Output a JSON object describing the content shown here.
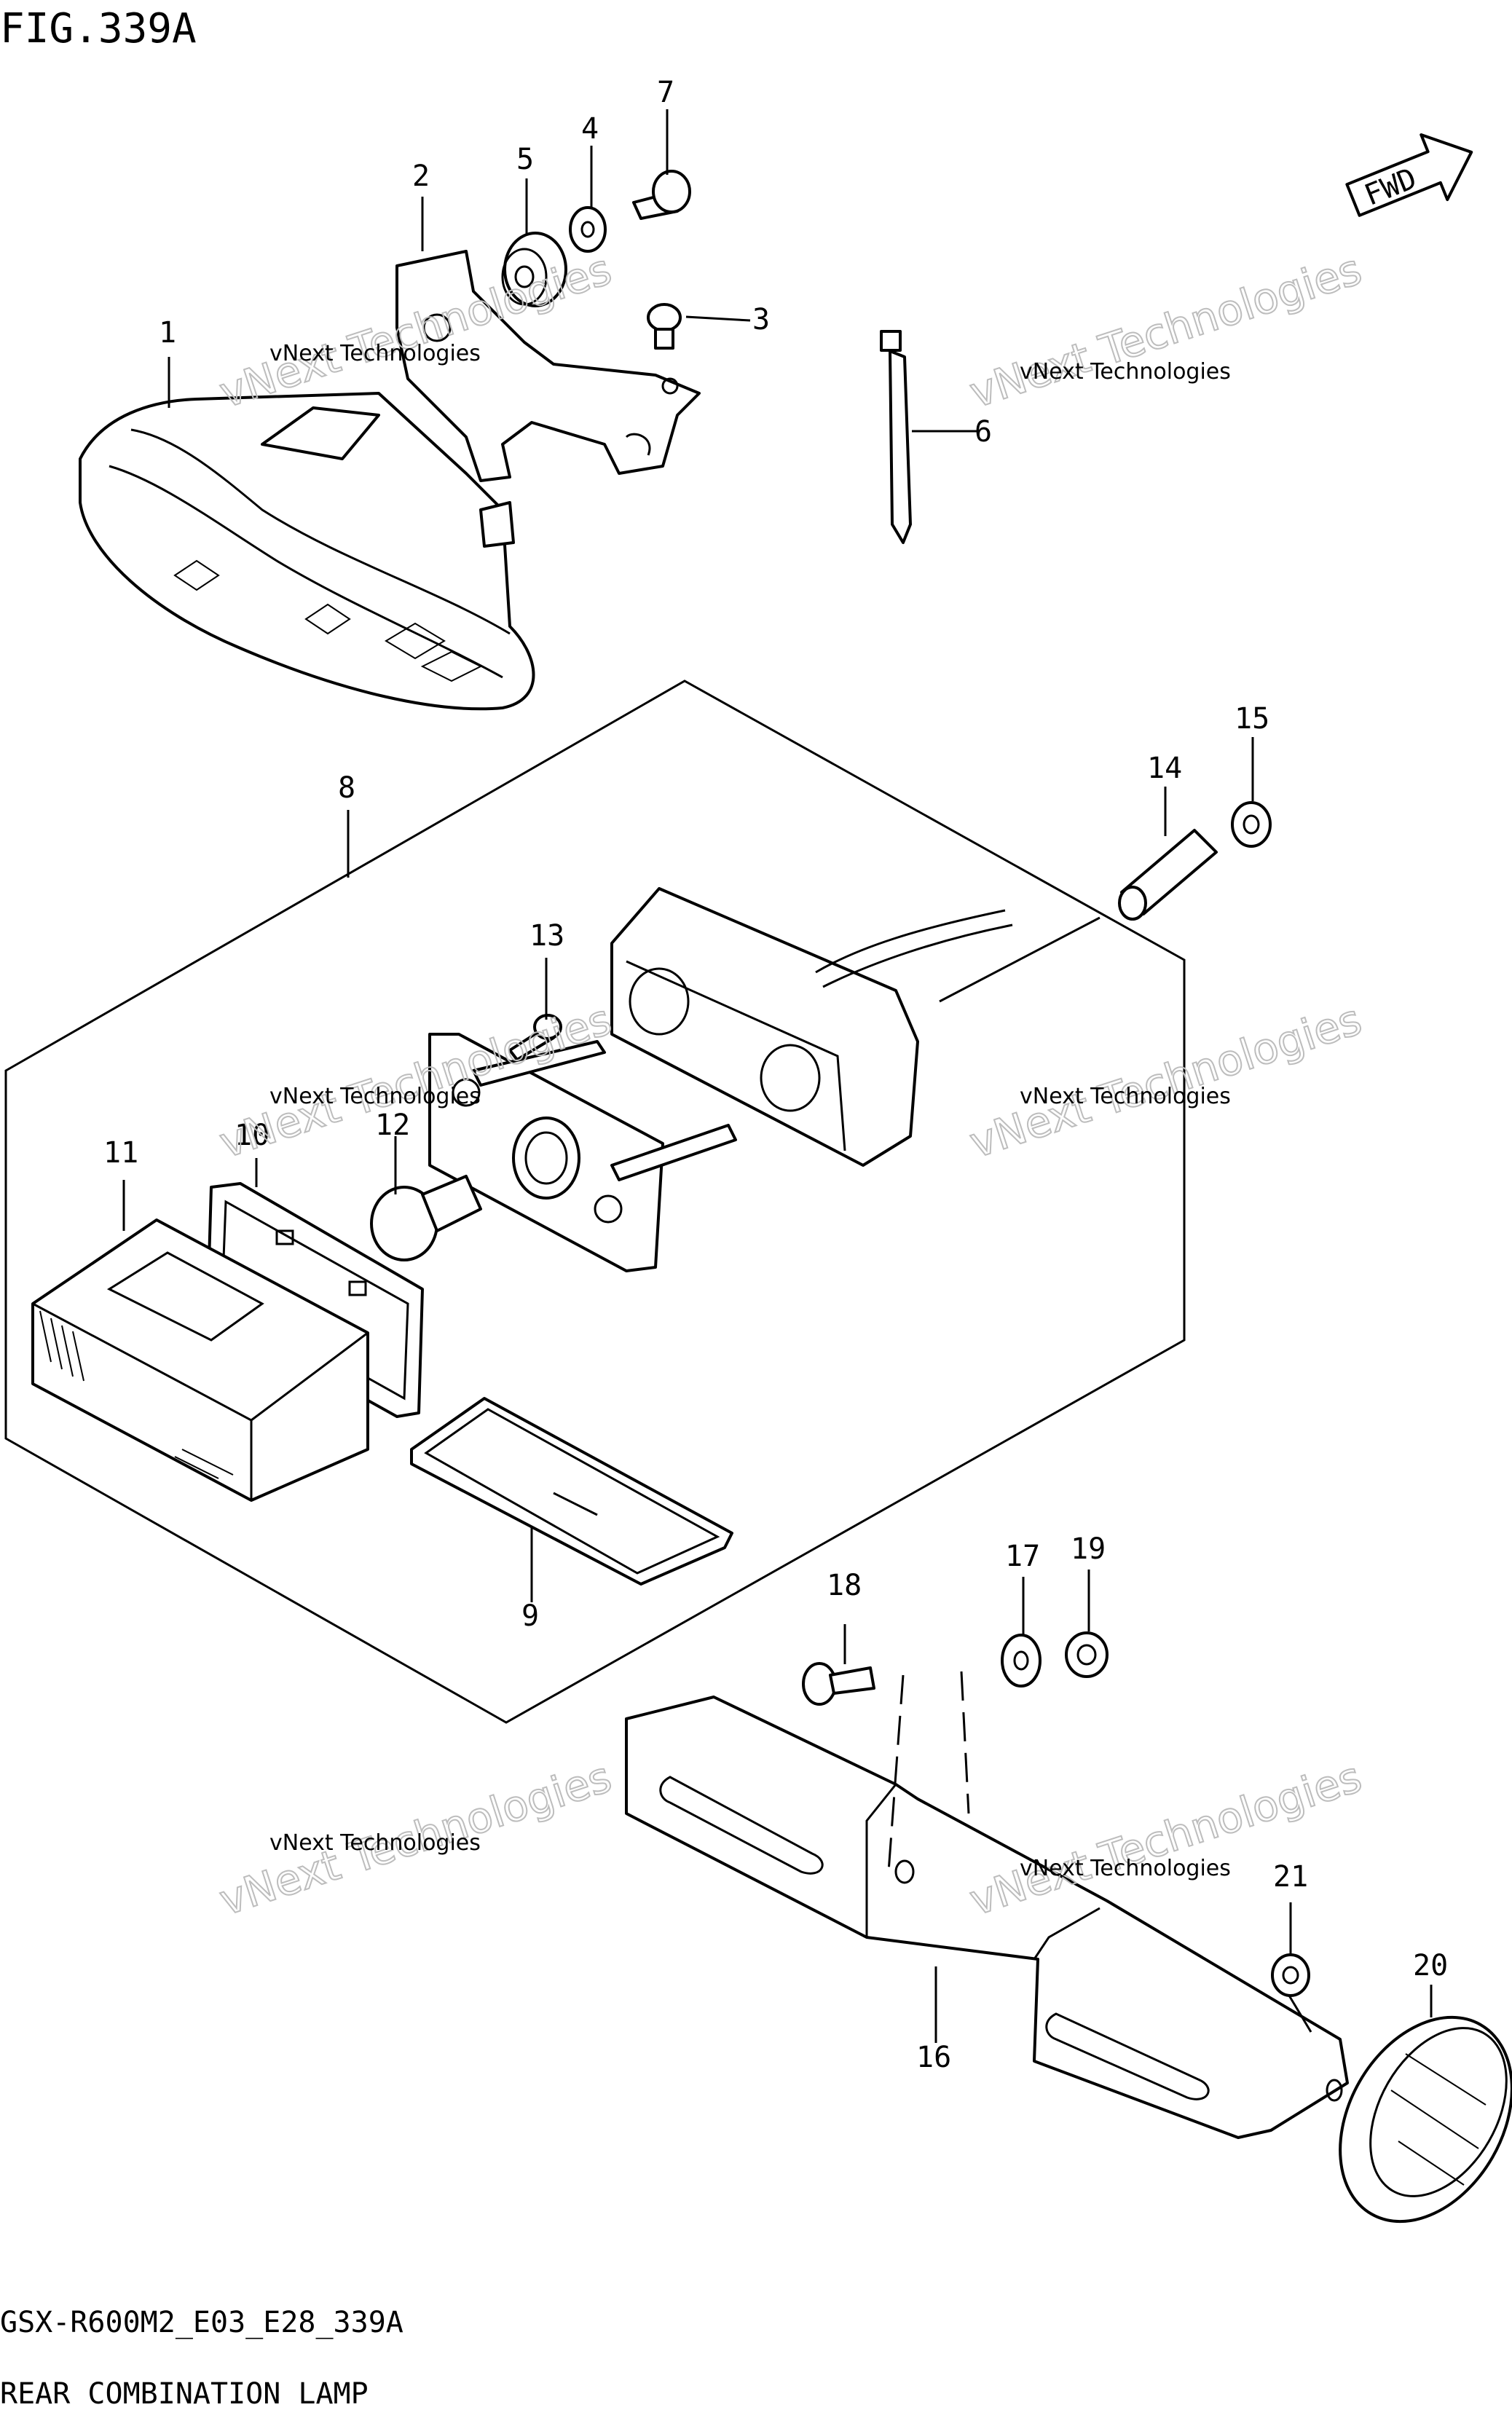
{
  "figure": {
    "title": "FIG.339A",
    "model_code": "GSX-R600M2_E03_E28_339A",
    "caption": "REAR COMBINATION LAMP",
    "direction_badge": "FWD"
  },
  "watermarks": [
    "vNext Technologies",
    "vNext Technologies",
    "vNext Technologies",
    "vNext Technologies",
    "vNext Technologies",
    "vNext Technologies"
  ],
  "callouts": [
    "1",
    "2",
    "3",
    "4",
    "5",
    "6",
    "7",
    "8",
    "9",
    "10",
    "11",
    "12",
    "13",
    "14",
    "15",
    "16",
    "17",
    "18",
    "19",
    "20",
    "21"
  ],
  "icons": {
    "direction": "fwd-arrow-icon"
  },
  "colors": {
    "ink": "#000000",
    "paper": "#ffffff",
    "watermark": "#bdbdbd"
  }
}
